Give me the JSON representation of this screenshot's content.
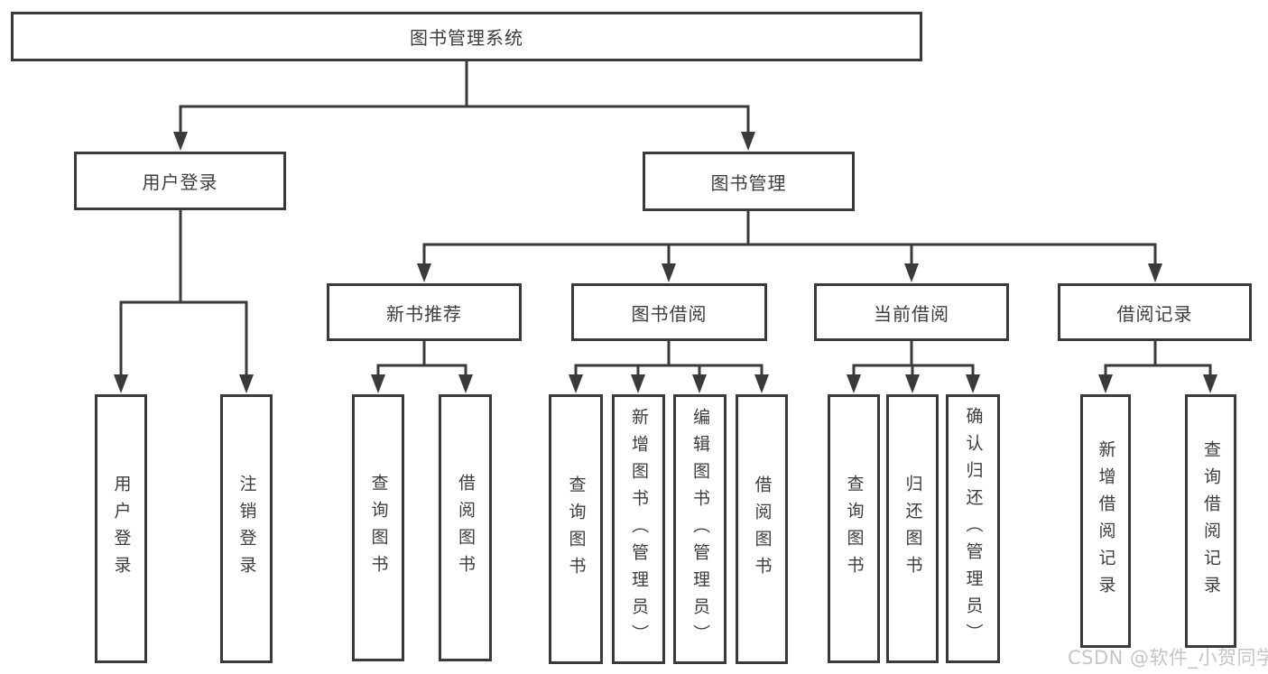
{
  "diagram": {
    "title": "图书管理系统",
    "root": {
      "label": "图书管理系统"
    },
    "level2": {
      "user_login": {
        "label": "用户登录"
      },
      "book_management": {
        "label": "图书管理"
      }
    },
    "level3": {
      "new_book_recommend": {
        "label": "新书推荐"
      },
      "book_borrowing": {
        "label": "图书借阅"
      },
      "current_borrowing": {
        "label": "当前借阅"
      },
      "borrowing_records": {
        "label": "借阅记录"
      }
    },
    "leaves": {
      "user_login": [
        "用户登录",
        "注销登录"
      ],
      "new_book_recommend": [
        "查询图书",
        "借阅图书"
      ],
      "book_borrowing": [
        "查询图书",
        "新增图书（管理员）",
        "编辑图书（管理员）",
        "借阅图书"
      ],
      "current_borrowing": [
        "查询图书",
        "归还图书",
        "确认归还（管理员）"
      ],
      "borrowing_records": [
        "新增借阅记录",
        "查询借阅记录"
      ]
    }
  },
  "watermark": {
    "text": "CSDN @软件_小贺同学"
  },
  "colors": {
    "line": "#3a3a3a",
    "border": "#3a3a3a",
    "text": "#3d3d3d",
    "watermark": "#bbbbbb",
    "background": "#ffffff"
  }
}
